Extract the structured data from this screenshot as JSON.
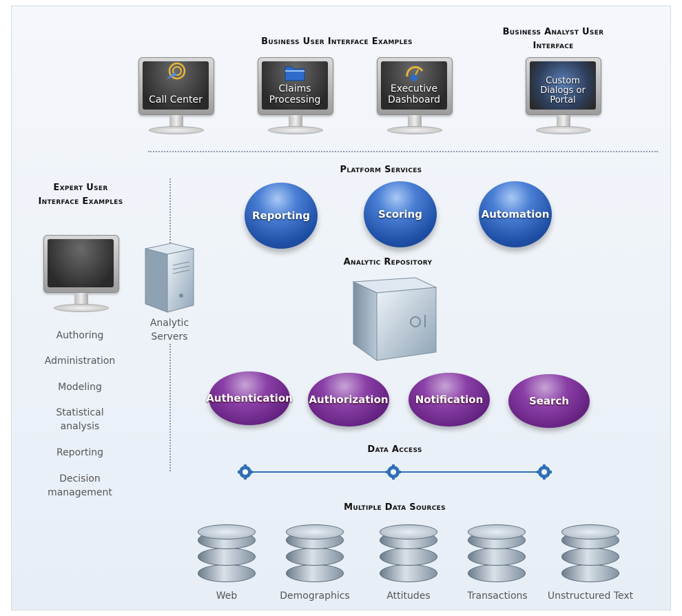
{
  "headings": {
    "business_user": "Business User Interface Examples",
    "business_analyst": "Business Analyst User Interface",
    "platform_services": "Platform Services",
    "analytic_repository": "Analytic Repository",
    "expert_user": "Expert User Interface Examples",
    "data_access": "Data Access",
    "multiple_sources": "Multiple Data Sources"
  },
  "monitors": [
    {
      "label": "Call Center",
      "icon": "call-center-icon"
    },
    {
      "label": "Claims Processing",
      "icon": "folder-icon"
    },
    {
      "label": "Executive Dashboard",
      "icon": "gauge-icon"
    },
    {
      "label": "Custom Dialogs or Portal",
      "icon": "globe-icon"
    }
  ],
  "analytic_servers_label": "Analytic Servers",
  "platform_services": [
    "Reporting",
    "Scoring",
    "Automation"
  ],
  "repository_services": [
    "Authentication",
    "Authorization",
    "Notification",
    "Search"
  ],
  "expert_items": [
    "Authoring",
    "Administration",
    "Modeling",
    "Statistical analysis",
    "Reporting",
    "Decision management"
  ],
  "data_sources": [
    "Web",
    "Demographics",
    "Attitudes",
    "Transactions",
    "Unstructured Text"
  ],
  "colors": {
    "blue": "#1f4fa6",
    "purple": "#5e1d7a",
    "connector": "#2f6fb8"
  }
}
